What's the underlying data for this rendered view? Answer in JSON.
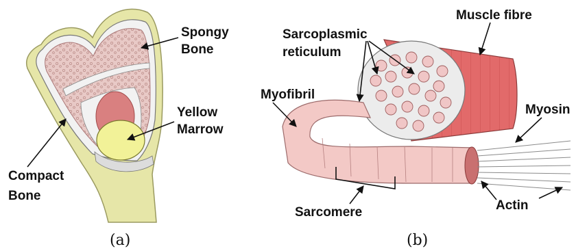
{
  "panel_a": {
    "caption": "(a)",
    "labels": {
      "spongy_1": "Spongy",
      "spongy_2": "Bone",
      "yellow_1": "Yellow",
      "yellow_2": "Marrow",
      "compact_1": "Compact",
      "compact_2": "Bone"
    }
  },
  "panel_b": {
    "caption": "(b)",
    "labels": {
      "muscle_fibre": "Muscle fibre",
      "sarco_1": "Sarcoplasmic",
      "sarco_2": "reticulum",
      "myofibril": "Myofibril",
      "myosin": "Myosin",
      "actin": "Actin",
      "sarcomere": "Sarcomere"
    }
  },
  "colors": {
    "spongy": "#e8c9c6",
    "compact": "#f2f2f2",
    "bone_outer": "#e6e6a8",
    "marrow_yellow": "#f2f298",
    "marrow_red": "#d98080",
    "muscle_red": "#e26a6a",
    "myofibril_pink": "#f3c9c6"
  }
}
